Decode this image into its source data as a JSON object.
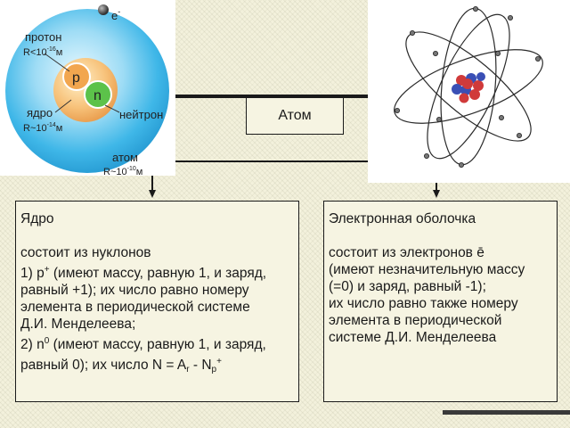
{
  "atom_model": {
    "electron": "e",
    "electron_sup": "-",
    "proton_label": "протон",
    "proton_radius": "R<10",
    "proton_radius_exp": "-16",
    "proton_radius_unit": "м",
    "p_letter": "p",
    "n_letter": "n",
    "nucleus_label": "ядро",
    "nucleus_radius": "R~10",
    "nucleus_radius_exp": "-14",
    "nucleus_radius_unit": "м",
    "neutron_label": "нейтрон",
    "atom_label": "атом",
    "atom_radius": "R~10",
    "atom_radius_exp": "-10",
    "atom_radius_unit": "м"
  },
  "atom_box": {
    "label": "Атом"
  },
  "nucleus": {
    "title": "Ядро",
    "line1": "состоит из нуклонов",
    "line2_a": "1) p",
    "line2_sup": "+",
    "line2_b": " (имеют массу, равную 1, и заряд,",
    "line3": "равный +1); их число равно номеру",
    "line4": "элемента в периодической системе",
    "line5": "Д.И. Менделеева;",
    "line6_a": "2) n",
    "line6_sup": "0",
    "line6_b": " (имеют массу, равную 1, и заряд,",
    "line7_a": "равный 0); их число N = A",
    "line7_sub1": "r",
    "line7_b": " - N",
    "line7_sub2": "p",
    "line7_sup": "+"
  },
  "shell": {
    "title": "Электронная оболочка",
    "line1": "состоит из электронов ē",
    "line2": "(имеют незначительную массу",
    "line3": "(=0) и заряд,  равный -1);",
    "line4": "их число равно также номеру",
    "line5": "элемента в периодической",
    "line6": "системе Д.И. Менделеева"
  },
  "colors": {
    "background": "#f3f1dc",
    "atom_sphere": "#3fb7e8",
    "proton": "#f0a04a",
    "neutron": "#5cc24a",
    "lines": "#1a1a1a"
  }
}
